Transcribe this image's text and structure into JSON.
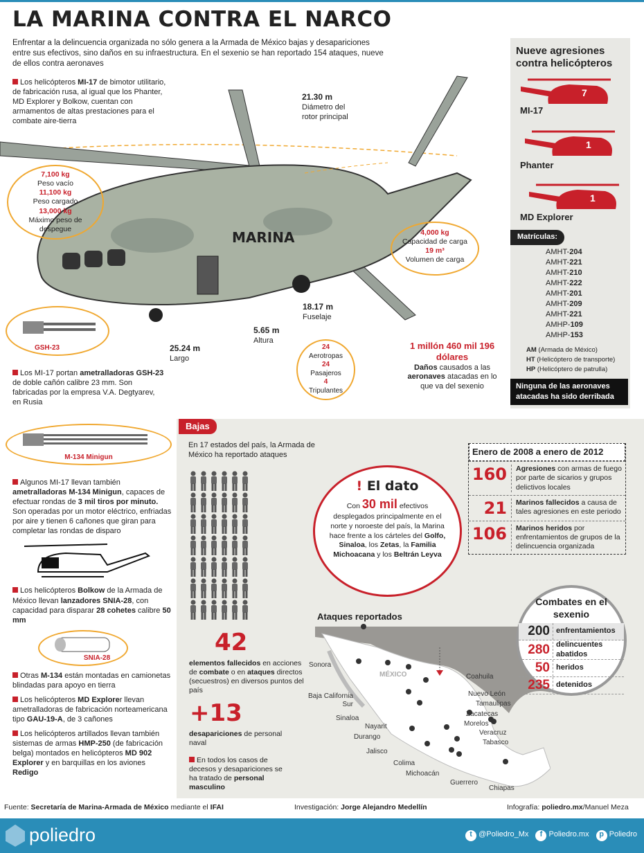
{
  "title": "LA MARINA CONTRA EL NARCO",
  "intro": "Enfrentar a la delincuencia organizada no sólo genera a la Armada de México bajas y desapariciones entre sus efectivos, sino daños en su infraestructura. En el sexenio se han reportado 154 ataques, nueve de ellos contra aeronaves",
  "mi17_note": {
    "pre": "Los helicópteros ",
    "bold": "MI-17",
    "post": " de bimotor utilitario, de fabricación rusa, al igual que los Phanter, MD Explorer y Bolkow, cuentan con armamentos de altas prestaciones para el combate aire-tierra"
  },
  "helicopter_label": "MARINA",
  "dimensions": {
    "rotor": {
      "value": "21.30 m",
      "label": "Diámetro del rotor principal"
    },
    "fuselaje": {
      "value": "18.17 m",
      "label": "Fuselaje"
    },
    "altura": {
      "value": "5.65 m",
      "label": "Altura"
    },
    "largo": {
      "value": "25.24 m",
      "label": "Largo"
    }
  },
  "weights": [
    {
      "value": "7,100 kg",
      "label": "Peso vacío"
    },
    {
      "value": "11,100 kg",
      "label": "Peso cargado"
    },
    {
      "value": "13,000 kg",
      "label": "Máximo peso de despegue"
    }
  ],
  "cargo": [
    {
      "value": "4,000 kg",
      "label": "Capacidad de carga"
    },
    {
      "value": "19 m³",
      "label": "Volumen de carga"
    }
  ],
  "crew": [
    {
      "value": "24",
      "label": "Aerotropas"
    },
    {
      "value": "24",
      "label": "Pasajeros"
    },
    {
      "value": "4",
      "label": "Tripulantes"
    }
  ],
  "damage": {
    "amount": "1 millón 460 mil 196 dólares",
    "bold1": "Daños",
    "t1": " causados a las ",
    "bold2": "aeronaves",
    "t2": " atacadas en lo que va del sexenio"
  },
  "gsh": {
    "label": "GSH-23",
    "pre": "Los MI-17 portan ",
    "bold": "ametralladoras GSH-23",
    "post": " de doble cañón calibre 23 mm. Son fabricadas por la empresa V.A. Degtyarev, en Rusia"
  },
  "right_panel": {
    "title": "Nueve agresiones contra helicópteros",
    "aircraft": [
      {
        "name": "MI-17",
        "count": "7"
      },
      {
        "name": "Phanter",
        "count": "1"
      },
      {
        "name": "MD Explorer",
        "count": "1"
      }
    ],
    "matriculas_label": "Matrículas:",
    "matriculas": [
      [
        "AMHT-",
        "204"
      ],
      [
        "AMHT-",
        "221"
      ],
      [
        "AMHT-",
        "210"
      ],
      [
        "AMHT-",
        "222"
      ],
      [
        "AMHT-",
        "201"
      ],
      [
        "AMHT-",
        "209"
      ],
      [
        "AMHT-",
        "221"
      ],
      [
        "AMHP-",
        "109"
      ],
      [
        "AMHP-",
        "153"
      ]
    ],
    "legend": [
      [
        "AM",
        "(Armada de México)"
      ],
      [
        "HT",
        "(Helicóptero de transporte)"
      ],
      [
        "HP",
        "(Helicóptero de patrulla)"
      ]
    ],
    "note": "Ninguna de las aeronaves atacadas ha sido derribada"
  },
  "weapons": {
    "minigun_label": "M-134 Minigun",
    "minigun": {
      "t1": "Algunos MI-17 llevan también ",
      "b1": "ametralladoras M-134 Minigun",
      "t2": ", capaces de efectuar rondas de ",
      "b2": "3 mil tiros por minuto.",
      "t3": " Son operadas por un motor eléctrico, enfriadas por aire y tienen 6 cañones que giran para completar las rondas de disparo"
    },
    "bolkow": {
      "t1": "Los helicópteros ",
      "b1": "Bolkow",
      "t2": " de la Armada de México llevan ",
      "b2": "lanzadores SNIA-28",
      "t3": ", con capacidad para disparar ",
      "b3": "28 cohetes",
      "t4": " calibre ",
      "b4": "50 mm"
    },
    "snia_label": "SNIA-28",
    "otras": {
      "t1": "Otras ",
      "b1": "M-134",
      "t2": " están montadas en camionetas blindadas para apoyo en tierra"
    },
    "md": {
      "t1": "Los helicópteros ",
      "b1": "MD Explore",
      "t2": "r llevan ametralladoras de fabricación norteamericana tipo ",
      "b2": "GAU-19-A",
      "t3": ", de 3 cañones"
    },
    "hmp": {
      "t1": "Los helicópteros artillados llevan también sistemas de armas ",
      "b1": "HMP-250",
      "t2": " (de fabricación belga) montados en helicópteros ",
      "b2": "MD 902 Explorer",
      "t3": " y en barquillas en los aviones ",
      "b3": "Redigo"
    }
  },
  "bajas": {
    "tab": "Bajas",
    "intro": "En 17 estados del país, la Armada de México ha reportado ataques",
    "dead_count": "42",
    "dead": {
      "b1": "elementos fallecidos",
      "t1": " en acciones de ",
      "b2": "combate",
      "t2": " o en ",
      "b3": "ataques",
      "t3": " directos (secuestros) en diversos puntos del país"
    },
    "missing_count": "+13",
    "missing": {
      "b1": "desapariciones",
      "t1": " de personal naval"
    },
    "note": {
      "t1": "En todos los casos de decesos y desapariciones se ha tratado de ",
      "b1": "personal masculino"
    }
  },
  "dato": {
    "title": "El dato",
    "t1": "Con ",
    "big": "30 mil",
    "t2": " efectivos desplegados principalmente en el norte y noroeste del país, la Marina hace frente a los cárteles del ",
    "b1": "Golfo, Sinaloa",
    "t3": ", los ",
    "b2": "Zetas",
    "t4": ", la ",
    "b3": "Familia Michoacana",
    "t5": " y los ",
    "b4": "Beltrán Leyva"
  },
  "period": {
    "header": "Enero de 2008 a enero de 2012",
    "rows": [
      {
        "num": "160",
        "bold": "Agresiones",
        "text": " con armas de fuego por parte de sicarios y grupos delictivos locales"
      },
      {
        "num": "21",
        "bold": "Marinos fallecidos",
        "text": " a causa de tales agresiones en este periodo"
      },
      {
        "num": "106",
        "bold": "Marinos heridos",
        "text": " por enfrentamientos de grupos de la delincuencia organizada"
      }
    ]
  },
  "map": {
    "title": "Ataques reportados",
    "country": "MÉXICO",
    "states": [
      "Sonora",
      "Baja California Sur",
      "Sinaloa",
      "Nayarit",
      "Durango",
      "Jalisco",
      "Colima",
      "Michoacán",
      "Guerrero",
      "Coahuila",
      "Nuevo León",
      "Tamaulipas",
      "Zacatecas",
      "Morelos",
      "Veracruz",
      "Tabasco",
      "Chiapas"
    ]
  },
  "combates": {
    "title": "Combates en el sexenio",
    "rows": [
      {
        "num": "200",
        "label": "enfrentamientos"
      },
      {
        "num": "280",
        "label": "delincuentes abatidos"
      },
      {
        "num": "50",
        "label": "heridos"
      },
      {
        "num": "235",
        "label": "detenidos"
      }
    ]
  },
  "footer": {
    "fuente_l": "Fuente: ",
    "fuente": "Secretaría de Marina-Armada de México",
    "fuente_m": " mediante el ",
    "fuente_b": "IFAI",
    "inv_l": "Investigación: ",
    "inv": "Jorge Alejandro Medellín",
    "info_l": "Infografía: ",
    "info": "poliedro.mx",
    "info_r": "/Manuel Meza"
  },
  "brand": {
    "logo": "poliedro",
    "twitter": "@Poliedro_Mx",
    "facebook": "Poliedro.mx",
    "pinterest": "Poliedro"
  },
  "colors": {
    "accent": "#c8202a",
    "orange": "#f0a830",
    "band": "#2a8db8"
  }
}
